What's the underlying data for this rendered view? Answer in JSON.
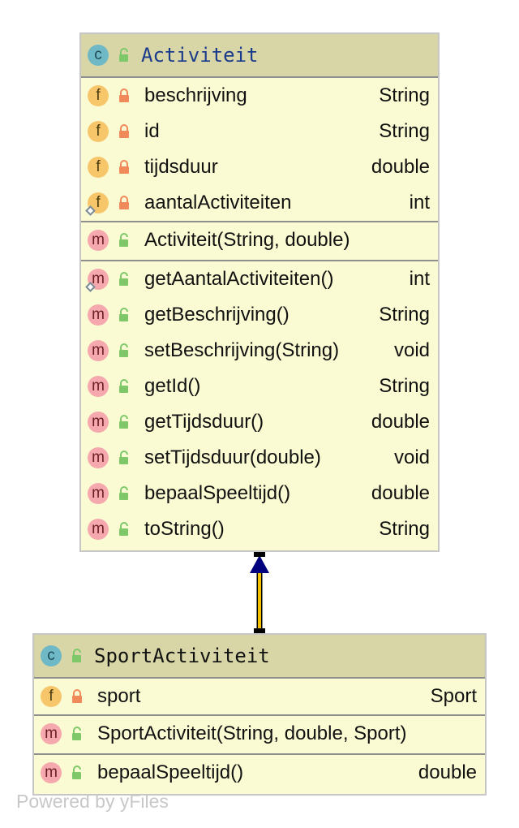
{
  "classes": {
    "activiteit": {
      "name": "Activiteit",
      "fields": [
        {
          "name": "beschrijving",
          "type": "String"
        },
        {
          "name": "id",
          "type": "String"
        },
        {
          "name": "tijdsduur",
          "type": "double"
        },
        {
          "name": "aantalActiviteiten",
          "type": "int"
        }
      ],
      "constructors": [
        {
          "name": "Activiteit(String, double)",
          "type": ""
        }
      ],
      "methods": [
        {
          "name": "getAantalActiviteiten()",
          "type": "int"
        },
        {
          "name": "getBeschrijving()",
          "type": "String"
        },
        {
          "name": "setBeschrijving(String)",
          "type": "void"
        },
        {
          "name": "getId()",
          "type": "String"
        },
        {
          "name": "getTijdsduur()",
          "type": "double"
        },
        {
          "name": "setTijdsduur(double)",
          "type": "void"
        },
        {
          "name": "bepaalSpeeltijd()",
          "type": "double"
        },
        {
          "name": "toString()",
          "type": "String"
        }
      ]
    },
    "sportActiviteit": {
      "name": "SportActiviteit",
      "fields": [
        {
          "name": "sport",
          "type": "Sport"
        }
      ],
      "constructors": [
        {
          "name": "SportActiviteit(String, double, Sport)",
          "type": ""
        }
      ],
      "methods": [
        {
          "name": "bepaalSpeeltijd()",
          "type": "double"
        }
      ]
    }
  },
  "badges": {
    "class": "c",
    "field": "f",
    "method": "m"
  },
  "colors": {
    "header": "#d8d6a6",
    "body": "#fbfbd3",
    "arrow_head": "#00007f",
    "edge": "#f5c000",
    "lock_private": "#f08a5a",
    "lock_public": "#7ec86a"
  },
  "watermark": "Powered by yFiles"
}
